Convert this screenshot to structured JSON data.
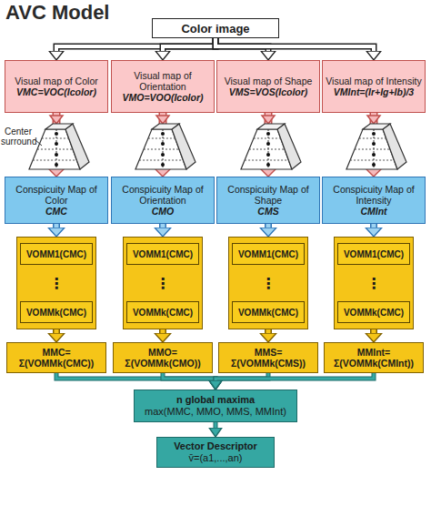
{
  "diagram": {
    "title": "AVC Model",
    "nodes": [
      {
        "text": [
          "Color image"
        ]
      },
      {
        "text": [
          "Visual map of Color",
          "VMC=VOC(Icolor)"
        ]
      },
      {
        "text": [
          "Visual map of Orientation",
          "VMO=VOO(Icolor)"
        ]
      },
      {
        "text": [
          "Visual map of Shape",
          "VMS=VOS(Icolor)"
        ]
      },
      {
        "text": [
          "Visual map of Intensity",
          "VMInt=(Ir+Ig+Ib)/3"
        ]
      },
      {
        "text": [
          "Conspicuity Map of Color",
          "CMC"
        ]
      },
      {
        "text": [
          "Conspicuity Map of Orientation",
          "CMO"
        ]
      },
      {
        "text": [
          "Conspicuity Map of Shape",
          "CMS"
        ]
      },
      {
        "text": [
          "Conspicuity Map of Intensity",
          "CMInt"
        ]
      },
      {
        "text": [
          "⋮"
        ]
      },
      {
        "text": [
          "VOMM1(CMC)"
        ],
        "in": 9
      },
      {
        "text": [
          "VOMMk(CMC)"
        ],
        "in": 9
      },
      {
        "text": [
          "⋮"
        ]
      },
      {
        "text": [
          "VOMM1(CMC)"
        ],
        "in": 12
      },
      {
        "text": [
          "VOMMk(CMC)"
        ],
        "in": 12
      },
      {
        "text": [
          "⋮"
        ]
      },
      {
        "text": [
          "VOMM1(CMC)"
        ],
        "in": 15
      },
      {
        "text": [
          "VOMMk(CMC)"
        ],
        "in": 15
      },
      {
        "text": [
          "⋮"
        ]
      },
      {
        "text": [
          "VOMM1(CMC)"
        ],
        "in": 18
      },
      {
        "text": [
          "VOMMk(CMC)"
        ],
        "in": 18
      },
      {
        "text": [
          "MMC= Σ(VOMMk(CMC))"
        ]
      },
      {
        "text": [
          "MMO= Σ(VOMMk(CMO))"
        ]
      },
      {
        "text": [
          "MMS= Σ(VOMMk(CMS))"
        ]
      },
      {
        "text": [
          "MMInt= Σ(VOMMk(CMInt))"
        ]
      },
      {
        "text": [
          "n global maxima",
          "max(MMC, MMO, MMS, MMInt)"
        ]
      },
      {
        "text": [
          "Vector Descriptor",
          "v̄=(a1,...,an)"
        ]
      }
    ],
    "edges": [
      {
        "from": 0,
        "to": 1,
        "arrow": "to"
      },
      {
        "from": 0,
        "to": 2,
        "arrow": "to"
      },
      {
        "from": 0,
        "to": 3,
        "arrow": "to"
      },
      {
        "from": 0,
        "to": 4,
        "arrow": "to"
      },
      {
        "from": 1,
        "to": 5,
        "arrow": "to"
      },
      {
        "from": 2,
        "to": 6,
        "arrow": "to"
      },
      {
        "from": 3,
        "to": 7,
        "arrow": "to"
      },
      {
        "from": 4,
        "to": 8,
        "arrow": "to"
      },
      {
        "from": 5,
        "to": 9,
        "arrow": "to"
      },
      {
        "from": 6,
        "to": 12,
        "arrow": "to"
      },
      {
        "from": 7,
        "to": 15,
        "arrow": "to"
      },
      {
        "from": 8,
        "to": 18,
        "arrow": "to"
      },
      {
        "from": 9,
        "to": 21,
        "arrow": "to"
      },
      {
        "from": 12,
        "to": 22,
        "arrow": "to"
      },
      {
        "from": 15,
        "to": 23,
        "arrow": "to"
      },
      {
        "from": 18,
        "to": 24,
        "arrow": "to"
      },
      {
        "from": 21,
        "to": 25,
        "arrow": "to"
      },
      {
        "from": 22,
        "to": 25,
        "arrow": "to"
      },
      {
        "from": 23,
        "to": 25,
        "arrow": "to"
      },
      {
        "from": 24,
        "to": 25,
        "arrow": "to"
      },
      {
        "from": 25,
        "to": 26,
        "arrow": "to"
      }
    ],
    "labels": [
      "Center surround"
    ]
  }
}
